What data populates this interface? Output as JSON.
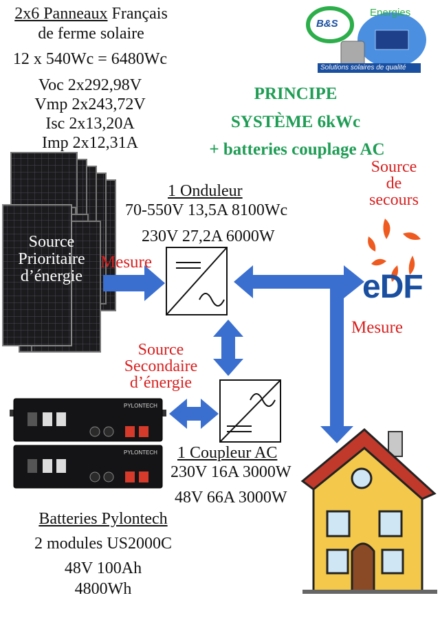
{
  "panels": {
    "title_underlined": "2x6 Panneaux",
    "title_rest": " Français",
    "title_line2": "de ferme solaire",
    "power_line": "12 x 540Wc = 6480Wc",
    "specs": [
      "Voc 2x292,98V",
      "Vmp 2x243,72V",
      "Isc 2x13,20A",
      "Imp 2x12,31A"
    ],
    "source_label": [
      "Source",
      "Prioritaire",
      "d’énergie"
    ]
  },
  "logo": {
    "initials": "B&S",
    "word": "Energies",
    "tagline": "Solutions solaires de qualité"
  },
  "principle": {
    "lines": [
      "PRINCIPE",
      "SYSTÈME 6kWc",
      "+ batteries couplage AC"
    ]
  },
  "grid": {
    "source_label": [
      "Source",
      "de",
      "secours"
    ],
    "brand": "eDF",
    "measure": "Mesure"
  },
  "inverter": {
    "title": "1 Onduleur",
    "input": "70-550V 13,5A 8100Wc",
    "output": "230V 27,2A 6000W",
    "measure": "Mesure"
  },
  "secondary": {
    "label": [
      "Source",
      "Secondaire",
      "d’énergie"
    ]
  },
  "coupler": {
    "title": "1 Coupleur AC",
    "ac": "230V 16A 3000W",
    "dc": "48V 66A 3000W"
  },
  "batteries": {
    "brand": "PYLONTECH",
    "title": "Batteries Pylontech",
    "modules": "2 modules US2000C",
    "rating": "48V 100Ah",
    "energy": "4800Wh"
  },
  "colors": {
    "arrow": "#3a6fd0",
    "green": "#1f9d55",
    "red": "#d7201f",
    "edf_blue": "#1a4fa0",
    "edf_orange": "#ee5a1f",
    "house_wall": "#f4c84a",
    "house_roof": "#c0392b"
  }
}
